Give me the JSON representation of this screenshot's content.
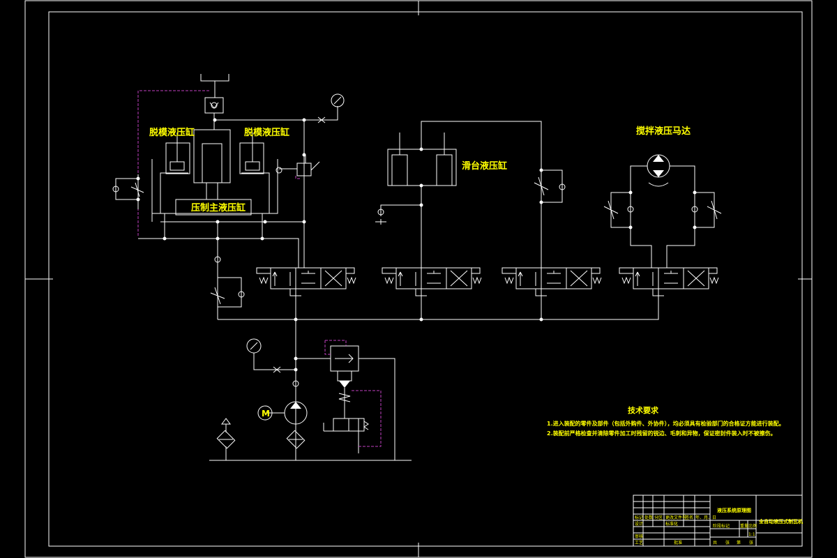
{
  "labels": {
    "demold_cyl_left": "脱模液压缸",
    "demold_cyl_right": "脱模液压缸",
    "main_press_cyl": "压制主液压缸",
    "clamp_cyl": "滑台液压缸",
    "mixer_motor": "搅拌液压马达",
    "motor_symbol": "M"
  },
  "tech_requirements": {
    "title": "技术要求",
    "items": [
      "1.进入装配的零件及部件（包括外购件、外协件），均必须具有检验部门的合格证方能进行装配。",
      "2.装配前严格检查并清除零件加工时残留的锐边、毛刺和异物，保证密封件装入时不被擦伤。"
    ]
  },
  "title_block": {
    "drawing_title": "液压系统原理图",
    "product_name": "全自动液压式制瓦机",
    "row_labels": [
      "标记",
      "处数",
      "分区",
      "更改文件号",
      "签名",
      "年、月、日"
    ],
    "left_labels": [
      "设计",
      "标准化",
      "审核",
      "工艺",
      "批准"
    ],
    "right_labels": [
      "阶段标记",
      "重量",
      "比例"
    ],
    "scale": "1:1",
    "sheet_labels": [
      "共",
      "张",
      "第",
      "张"
    ]
  }
}
